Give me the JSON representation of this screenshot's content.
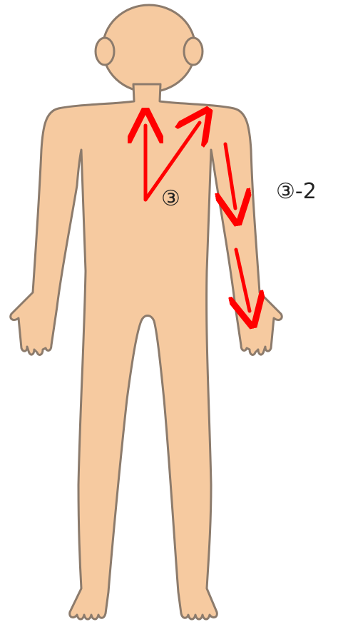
{
  "labels": {
    "step_main": "③",
    "step_sub": "③-2"
  },
  "colors": {
    "skin_fill": "#f6caa0",
    "skin_outline": "#8c7b6c",
    "arrow": "#ff0000",
    "text": "#222222"
  },
  "icons": {
    "figure": "human-body-front-silhouette",
    "arrows": "red-direction-arrows"
  }
}
